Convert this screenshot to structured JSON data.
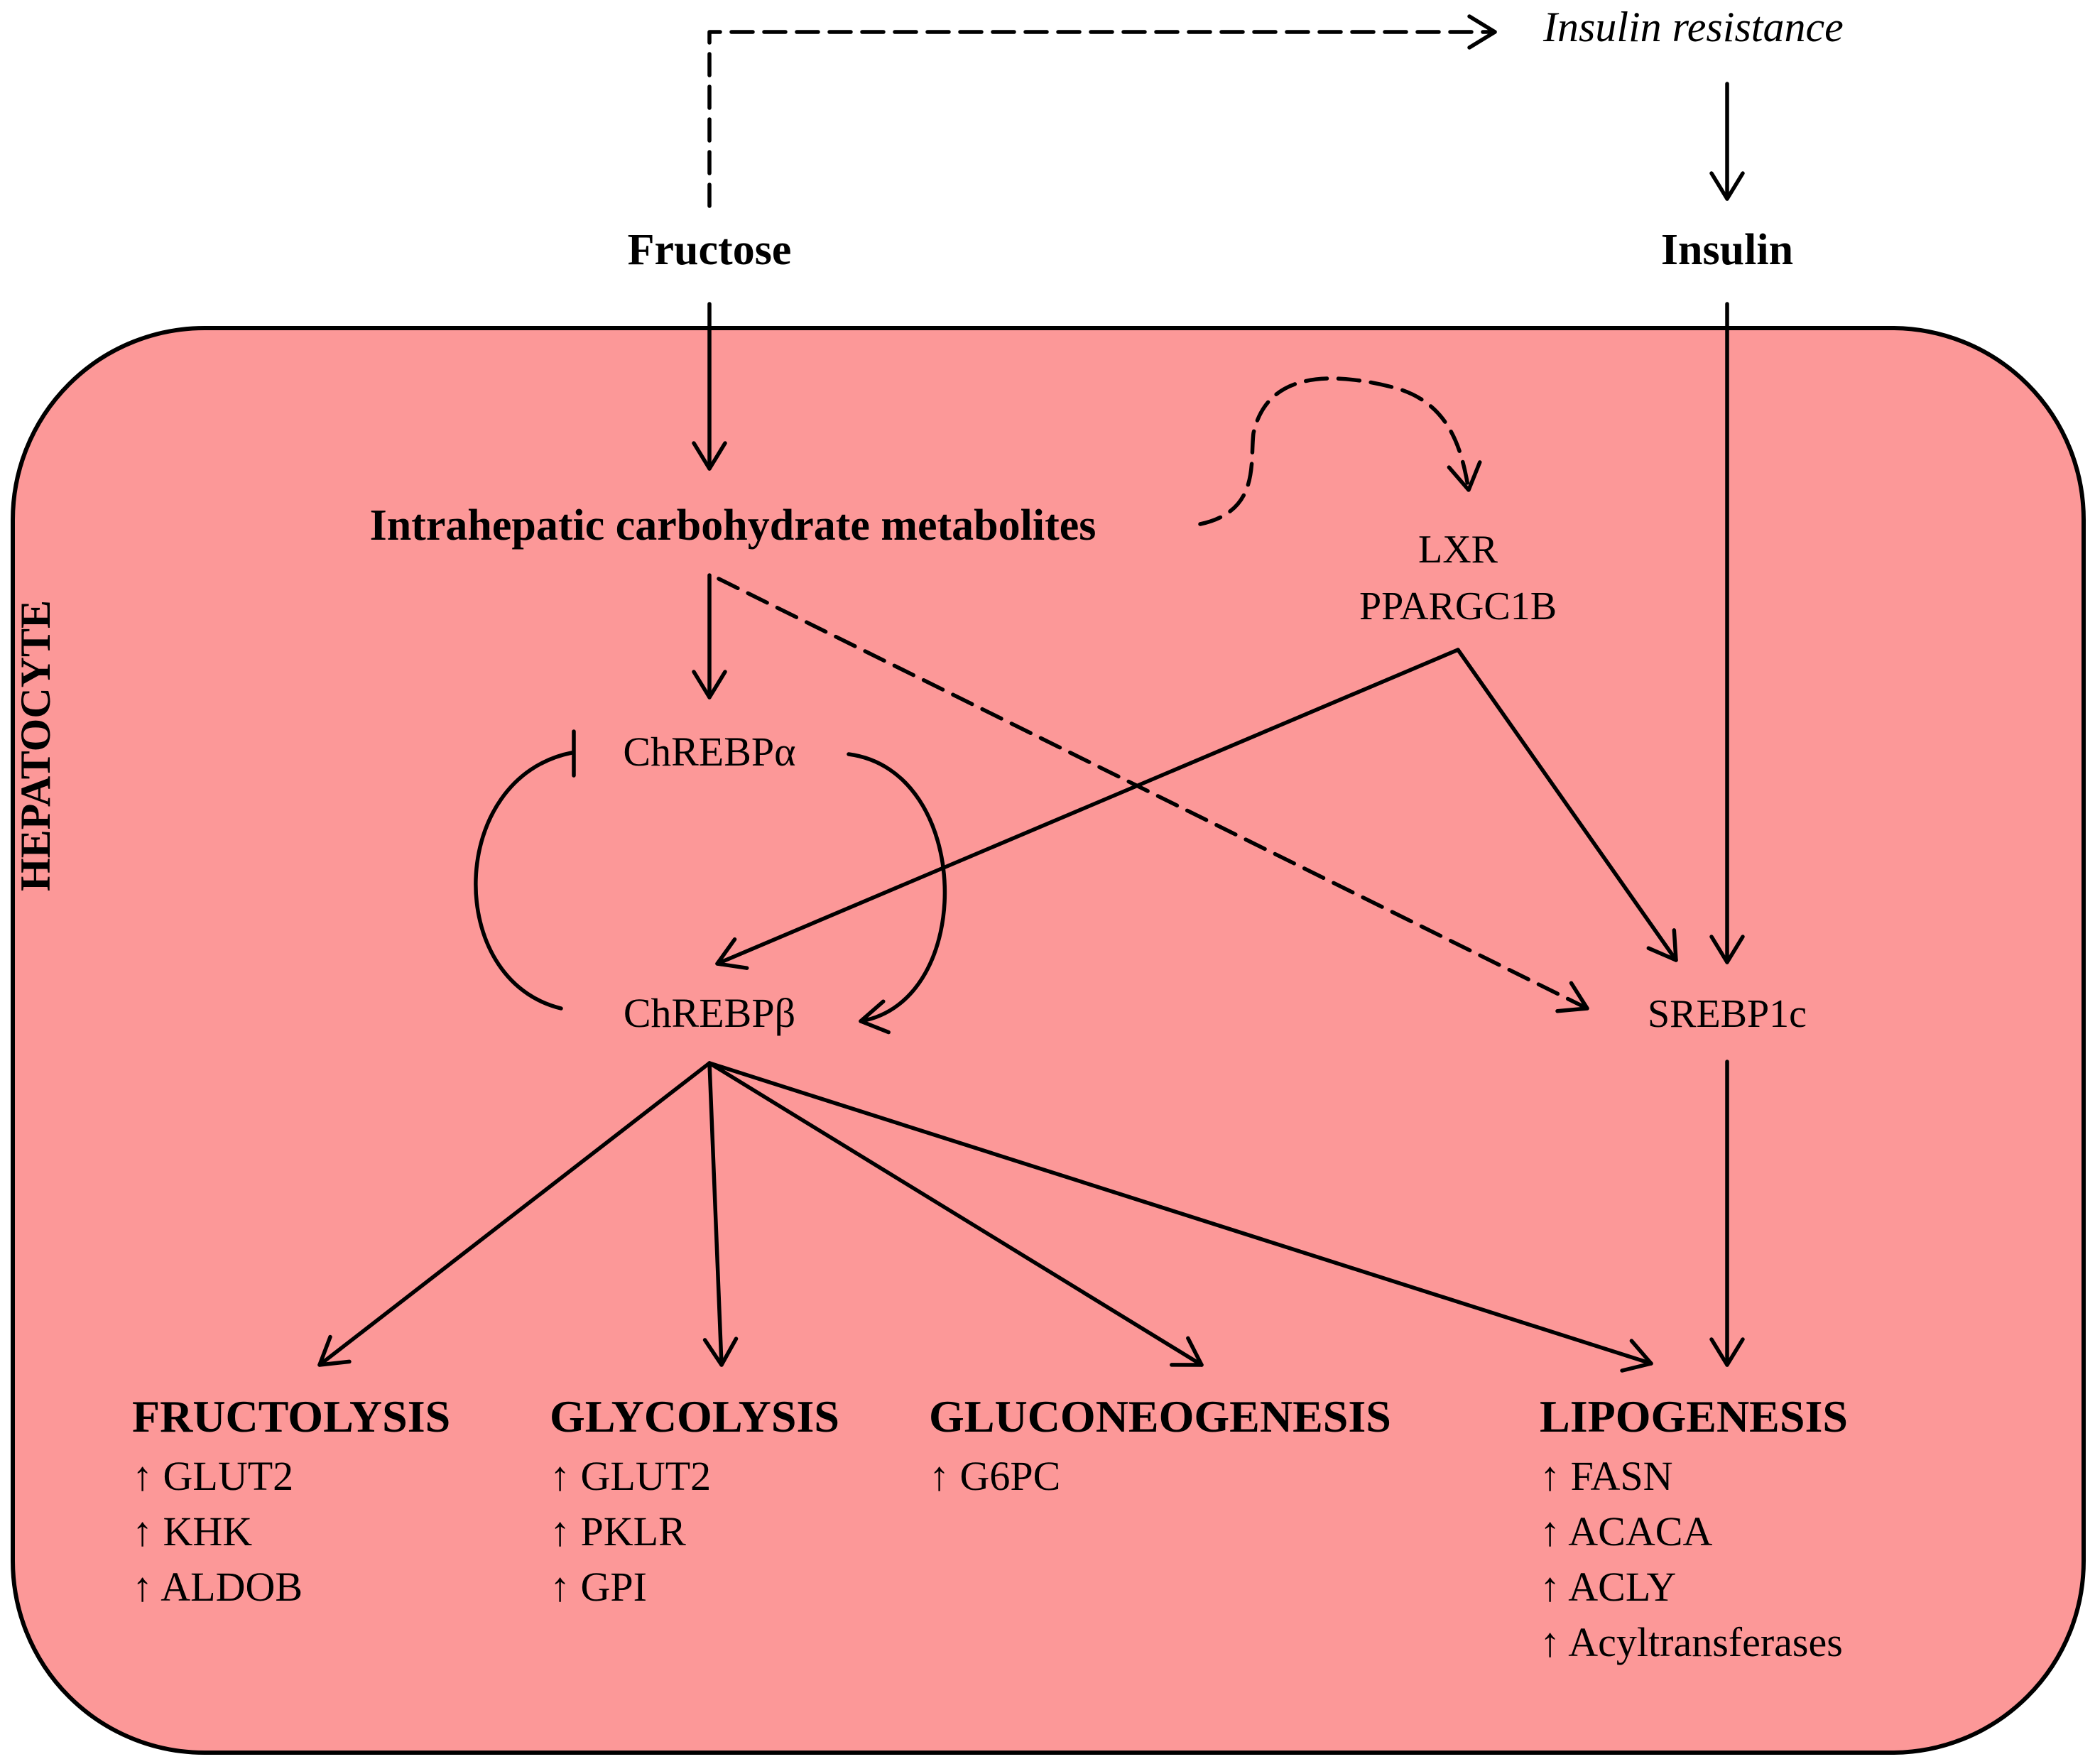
{
  "colors": {
    "cell_fill": "#fc9898",
    "cell_stroke": "#000000",
    "line": "#000000"
  },
  "cell": {
    "label": "HEPATOCYTE"
  },
  "nodes": {
    "insulin_resistance": "Insulin resistance",
    "fructose": "Fructose",
    "insulin": "Insulin",
    "metabolites": "Intrahepatic carbohydrate metabolites",
    "lxr": "LXR",
    "ppargc1b": "PPARGC1B",
    "chrebp_alpha": "ChREBPα",
    "chrebp_beta": "ChREBPβ",
    "srebp1c": "SREBP1c"
  },
  "pathways": [
    {
      "id": "fructolysis",
      "title": "FRUCTOLYSIS",
      "genes": [
        "↑ GLUT2",
        "↑ KHK",
        "↑ ALDOB"
      ]
    },
    {
      "id": "glycolysis",
      "title": "GLYCOLYSIS",
      "genes": [
        "↑ GLUT2",
        "↑ PKLR",
        "↑ GPI"
      ]
    },
    {
      "id": "gluconeogenesis",
      "title": "GLUCONEOGENESIS",
      "genes": [
        "↑ G6PC"
      ]
    },
    {
      "id": "lipogenesis",
      "title": "LIPOGENESIS",
      "genes": [
        "↑ FASN",
        "↑ ACACA",
        "↑ ACLY",
        "↑ Acyltransferases"
      ]
    }
  ]
}
